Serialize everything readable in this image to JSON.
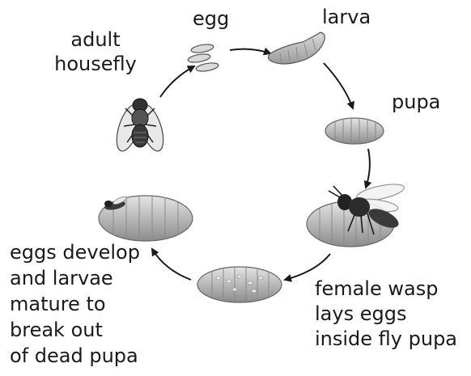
{
  "labels": {
    "adult": [
      "adult",
      "housefly"
    ],
    "egg": "egg",
    "larva": "larva",
    "pupa": "pupa",
    "wasp_note": [
      "female wasp",
      "lays eggs",
      "inside fly pupa"
    ],
    "emerge_note": [
      "eggs develop",
      "and larvae",
      "mature to",
      "break out",
      "of dead pupa"
    ]
  },
  "icons": [
    "housefly-icon",
    "eggs-icon",
    "larva-icon",
    "pupa-icon",
    "wasp-icon",
    "parasitized-pupa-icon",
    "emerging-larvae-pupa-icon"
  ],
  "colors": {
    "text": "#1a1a1a",
    "arrow": "#1a1a1a",
    "body_gray": "#9a9a9a",
    "light_gray": "#c8c8c8"
  }
}
